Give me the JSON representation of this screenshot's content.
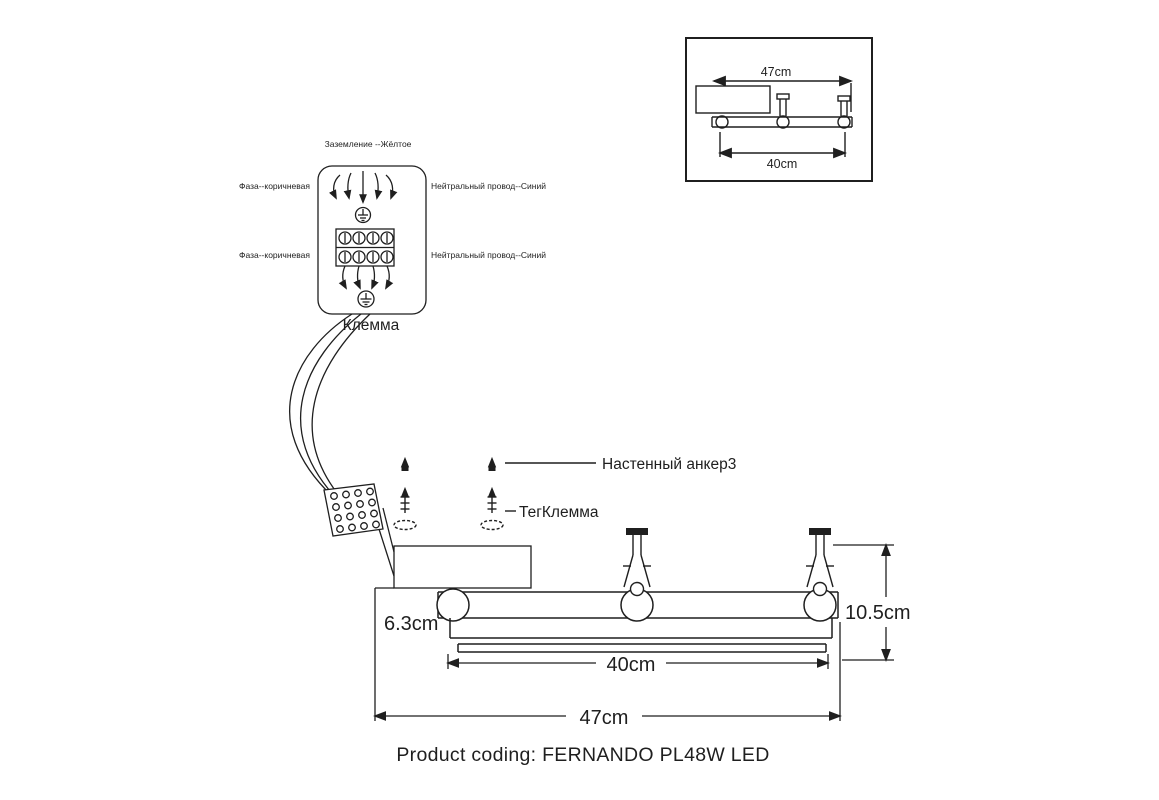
{
  "colors": {
    "ink": "#1f1f1f",
    "background": "#ffffff"
  },
  "inset": {
    "dim_width_outer": "47cm",
    "dim_width_inner": "40cm"
  },
  "terminal_block": {
    "ground_label": "Заземление --Жёлтое",
    "phase_label_top": "Фаза--коричневая",
    "neutral_label_top": "Нейтральный провод--Синий",
    "phase_label_bottom": "Фаза--коричневая",
    "neutral_label_bottom": "Нейтральный провод--Синий",
    "name": "Клемма"
  },
  "mounting": {
    "anchor_label": "Настенный анкер3",
    "terminal_label": "ТегКлемма"
  },
  "fixture_dimensions": {
    "canopy_height": "6.3cm",
    "fixture_height": "10.5cm",
    "inner_width": "40cm",
    "outer_width": "47cm"
  },
  "caption": "Product coding: FERNANDO PL48W LED"
}
